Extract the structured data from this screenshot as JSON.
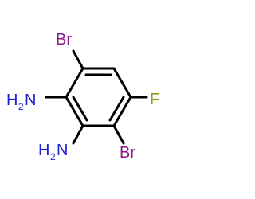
{
  "molecule": {
    "atoms": {
      "br_top": "Br",
      "f": "F",
      "br_bottom": "Br",
      "nh2_upper": {
        "h": "H",
        "sub": "2",
        "n": "N"
      },
      "nh2_lower": {
        "h": "H",
        "sub": "2",
        "n": "N"
      }
    },
    "colors": {
      "bromine": "#8b1a8b",
      "fluorine": "#8a9a1a",
      "nitrogen": "#1f1fd8",
      "bond": "#000000"
    }
  }
}
